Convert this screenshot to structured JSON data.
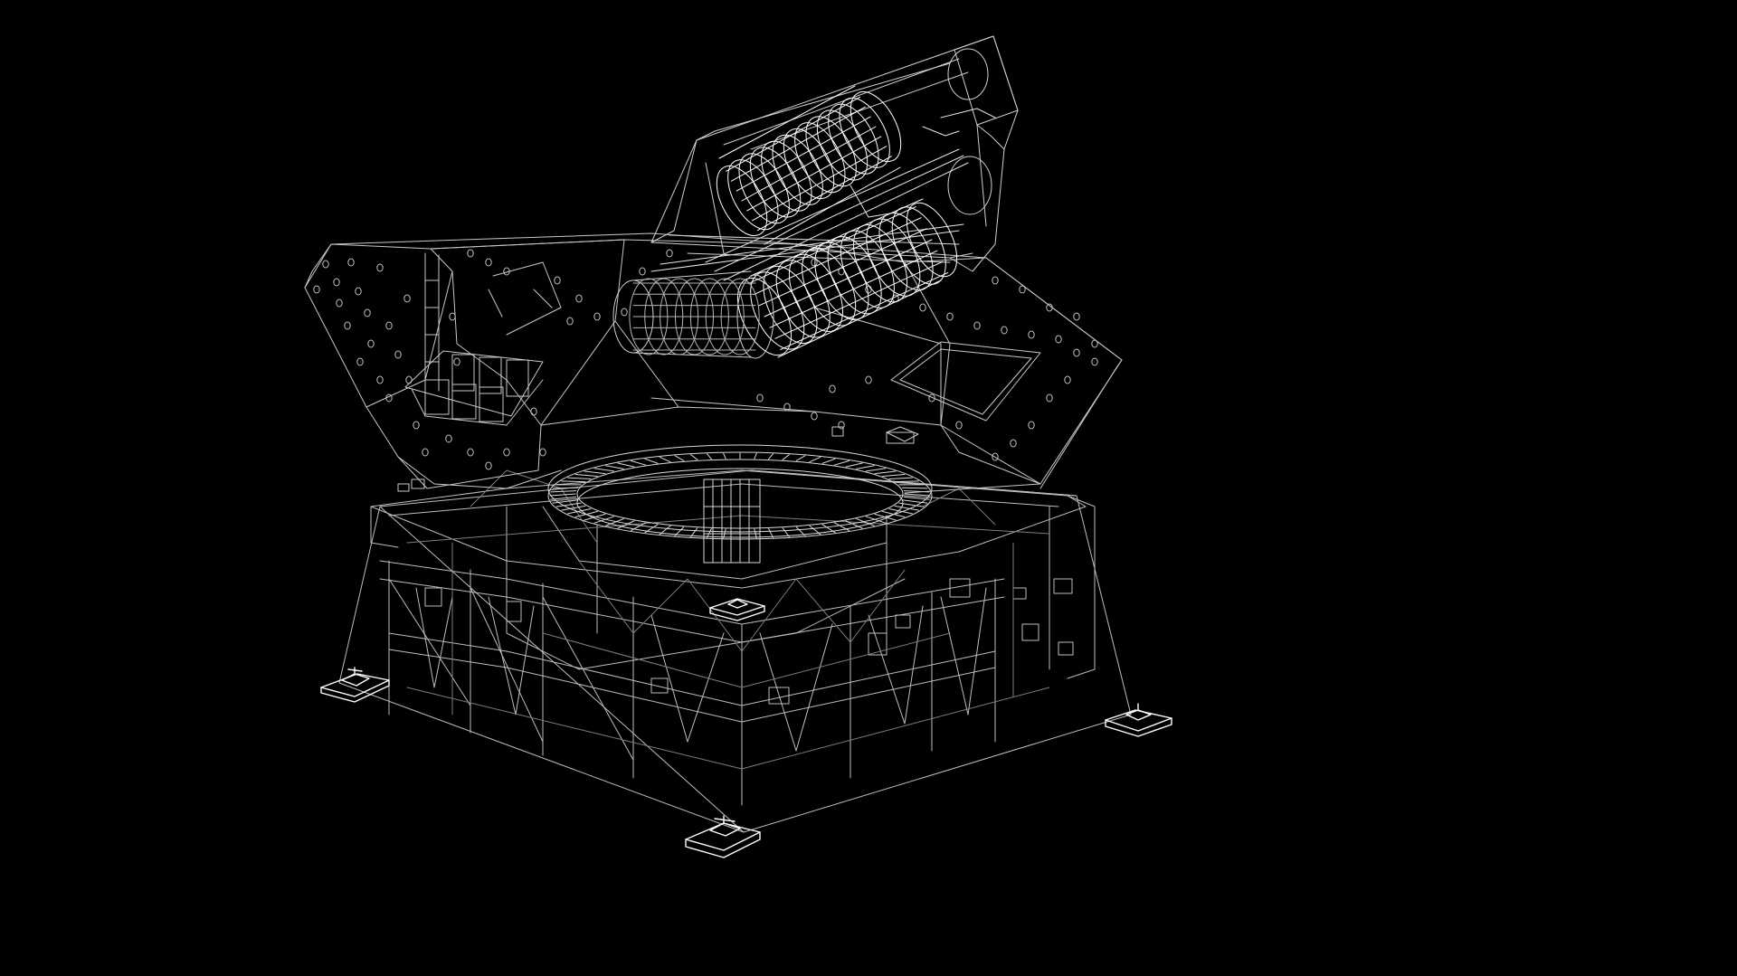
{
  "viewer": {
    "background_color": "#000000",
    "line_color": "#cfcfcf",
    "highlight_color": "#ffffff",
    "dim_color": "#8a8a8a"
  },
  "model": {
    "parts": [
      {
        "name": "turret-housing",
        "icon": "wireframe-box"
      },
      {
        "name": "launcher-pod",
        "icon": "wireframe-box"
      },
      {
        "name": "launch-tube",
        "icon": "wireframe-cylinder",
        "count": 3
      },
      {
        "name": "slewing-ring",
        "icon": "wireframe-ring"
      },
      {
        "name": "base-frame",
        "icon": "wireframe-box"
      },
      {
        "name": "mounting-foot",
        "icon": "wireframe-pad",
        "count": 4
      }
    ]
  }
}
